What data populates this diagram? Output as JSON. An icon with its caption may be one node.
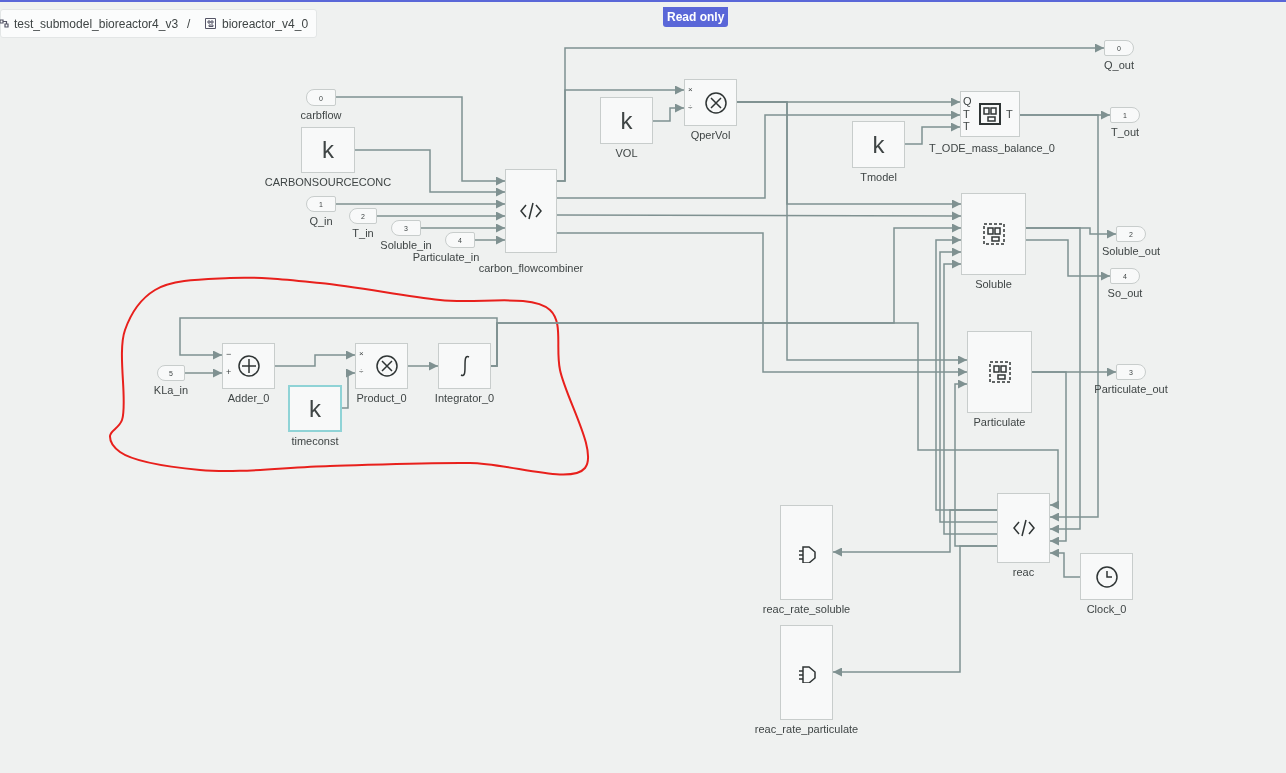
{
  "diagram": {
    "nodes": [
      {
        "text": [
          "0",
          "carbflow"
        ]
      },
      {
        "text": [
          "k",
          "CARBONSOURCECONC"
        ]
      },
      {
        "text": [
          "1",
          "Q_in"
        ]
      },
      {
        "text": [
          "2",
          "T_in"
        ]
      },
      {
        "text": [
          "3",
          "Soluble_in"
        ]
      },
      {
        "text": [
          "4",
          "Particulate_in"
        ]
      },
      {
        "text": [
          "carbon_flowcombiner"
        ]
      },
      {
        "text": [
          "k",
          "VOL"
        ]
      },
      {
        "text": [
          "×",
          "÷",
          "QperVol"
        ]
      },
      {
        "text": [
          "0",
          "Q_out"
        ]
      },
      {
        "text": [
          "Q",
          "T",
          "T",
          "T",
          "T_ODE_mass_balance_0"
        ]
      },
      {
        "text": [
          "k",
          "Tmodel"
        ]
      },
      {
        "text": [
          "1",
          "T_out"
        ]
      },
      {
        "text": [
          "Soluble"
        ]
      },
      {
        "text": [
          "2",
          "Soluble_out"
        ]
      },
      {
        "text": [
          "4",
          "So_out"
        ]
      },
      {
        "text": [
          "Particulate"
        ]
      },
      {
        "text": [
          "3",
          "Particulate_out"
        ]
      },
      {
        "text": [
          "5",
          "KLa_in"
        ]
      },
      {
        "text": [
          "−",
          "+",
          "Adder_0"
        ]
      },
      {
        "text": [
          "k",
          "timeconst"
        ]
      },
      {
        "text": [
          "×",
          "÷",
          "Product_0"
        ]
      },
      {
        "text": [
          "Integrator_0"
        ]
      },
      {
        "text": [
          "reac"
        ]
      },
      {
        "text": [
          "Clock_0"
        ]
      },
      {
        "text": [
          "reac_rate_soluble"
        ]
      },
      {
        "text": [
          "reac_rate_particulate"
        ]
      }
    ],
    "edges": [
      {
        "from": 0,
        "to": 6,
        "arrow": "to"
      },
      {
        "from": 1,
        "to": 6,
        "arrow": "to"
      },
      {
        "from": 2,
        "to": 6,
        "arrow": "to"
      },
      {
        "from": 3,
        "to": 6,
        "arrow": "to"
      },
      {
        "from": 4,
        "to": 6,
        "arrow": "to"
      },
      {
        "from": 5,
        "to": 6,
        "arrow": "to"
      },
      {
        "from": 6,
        "to": 9,
        "arrow": "to"
      },
      {
        "from": 6,
        "to": 8,
        "arrow": "to"
      },
      {
        "from": 7,
        "to": 8,
        "arrow": "to"
      },
      {
        "from": 8,
        "to": 10,
        "arrow": "to"
      },
      {
        "from": 8,
        "to": 13,
        "arrow": "to"
      },
      {
        "from": 8,
        "to": 16,
        "arrow": "to"
      },
      {
        "from": 6,
        "to": 10,
        "arrow": "to"
      },
      {
        "from": 11,
        "to": 10,
        "arrow": "to"
      },
      {
        "from": 10,
        "to": 12,
        "arrow": "to"
      },
      {
        "from": 6,
        "to": 13,
        "arrow": "to"
      },
      {
        "from": 6,
        "to": 16,
        "arrow": "to"
      },
      {
        "from": 13,
        "to": 14,
        "arrow": "to"
      },
      {
        "from": 13,
        "to": 15,
        "arrow": "to"
      },
      {
        "from": 16,
        "to": 17,
        "arrow": "to"
      },
      {
        "from": 18,
        "to": 19,
        "arrow": "to"
      },
      {
        "from": 19,
        "to": 21,
        "arrow": "to"
      },
      {
        "from": 20,
        "to": 21,
        "arrow": "to"
      },
      {
        "from": 21,
        "to": 22,
        "arrow": "to"
      },
      {
        "from": 22,
        "to": 19,
        "arrow": "to"
      },
      {
        "from": 22,
        "to": 13,
        "arrow": "to"
      },
      {
        "from": 22,
        "to": 23,
        "arrow": "to"
      },
      {
        "from": 10,
        "to": 23,
        "arrow": "to"
      },
      {
        "from": 13,
        "to": 23,
        "arrow": "to"
      },
      {
        "from": 16,
        "to": 23,
        "arrow": "to"
      },
      {
        "from": 24,
        "to": 23,
        "arrow": "to"
      },
      {
        "from": 23,
        "to": 13,
        "arrow": "to"
      },
      {
        "from": 23,
        "to": 13,
        "arrow": "to"
      },
      {
        "from": 23,
        "to": 13,
        "arrow": "to"
      },
      {
        "from": 23,
        "to": 16,
        "arrow": "to"
      },
      {
        "from": 23,
        "to": 25,
        "arrow": "to"
      },
      {
        "from": 23,
        "to": 26,
        "arrow": "to"
      }
    ],
    "labels": [
      "test_submodel_bioreactor4_v3",
      "/",
      "bioreactor_v4_0",
      "Read only"
    ]
  }
}
